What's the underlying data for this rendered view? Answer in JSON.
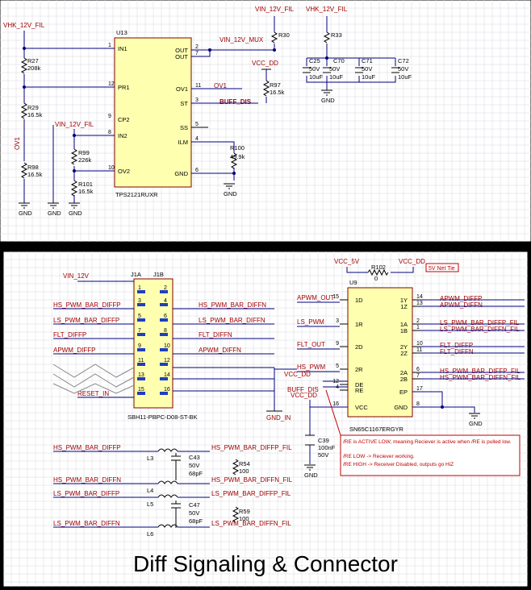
{
  "colors": {
    "wire": "#000080",
    "net": "#a00000",
    "body": "#ffffb0",
    "border": "#800000"
  },
  "top": {
    "nets": {
      "vhk_left": "VHK_12V_FIL",
      "vin_fil_top": "VIN_12V_FIL",
      "vhk_top": "VHK_12V_FIL",
      "vin_mux": "VIN_12V_MUX",
      "vcc_dd": "VCC_DD",
      "ov1": "OV1",
      "buff_dis": "BUFF_DIS",
      "vin_fil_left": "VIN_12V_FIL",
      "ov1_vert": "OV1"
    },
    "u13": {
      "ref": "U13",
      "part": "TPS2121RUXR",
      "left": [
        {
          "n": "1",
          "name": "IN1"
        },
        {
          "n": "12",
          "name": "PR1"
        },
        {
          "n": "9",
          "name": "CP2"
        },
        {
          "n": "8",
          "name": "IN2"
        },
        {
          "n": "10",
          "name": "OV2"
        }
      ],
      "right": [
        {
          "n": "2",
          "name": "OUT"
        },
        {
          "n": "7",
          "name": "OUT"
        },
        {
          "n": "11",
          "name": "OV1"
        },
        {
          "n": "3",
          "name": "ST"
        },
        {
          "n": "5",
          "name": "SS"
        },
        {
          "n": "4",
          "name": "ILM"
        },
        {
          "n": "6",
          "name": "GND"
        }
      ]
    },
    "res": {
      "r27": {
        "ref": "R27",
        "val": "208k"
      },
      "r29": {
        "ref": "R29",
        "val": "16.5k"
      },
      "r98": {
        "ref": "R98",
        "val": "16.5k"
      },
      "r99": {
        "ref": "R99",
        "val": "226k"
      },
      "r101": {
        "ref": "R101",
        "val": "16.5k"
      },
      "r100": {
        "ref": "R100",
        "val": "49.9k"
      },
      "r97": {
        "ref": "R97",
        "val": "16.5k"
      },
      "r30": {
        "ref": "R30"
      },
      "r33": {
        "ref": "R33"
      }
    },
    "caps": [
      {
        "ref": "C25",
        "v": "50V",
        "val": "10uF"
      },
      {
        "ref": "C70",
        "v": "50V",
        "val": "10uF"
      },
      {
        "ref": "C71",
        "v": "50V",
        "val": "10uF"
      },
      {
        "ref": "C72",
        "v": "50V",
        "val": "10uF"
      }
    ],
    "gnd": "GND"
  },
  "bottom": {
    "vin12": "VIN_12V",
    "j1a": "J1A",
    "j1b": "J1B",
    "conn_part": "SBH11-PBPC-D08-ST-BK",
    "left_nets": [
      "HS_PWM_BAR_DIFFP",
      "LS_PWM_BAR_DIFFP",
      "FLT_DIFFP",
      "APWM_DIFFP",
      "RESET_IN"
    ],
    "right_nets": [
      "HS_PWM_BAR_DIFFN",
      "LS_PWM_BAR_DIFFN",
      "FLT_DIFFN",
      "APWM_DIFFN"
    ],
    "pins_left": [
      "1",
      "3",
      "5",
      "7",
      "9",
      "11",
      "13",
      "15"
    ],
    "pins_right": [
      "2",
      "4",
      "6",
      "8",
      "10",
      "12",
      "14",
      "16"
    ],
    "gnd_in": "GND_IN",
    "vcc5": "VCC_5V",
    "vccdd": "VCC_DD",
    "r102": {
      "ref": "R102",
      "val": "0"
    },
    "net_tie": "5V Net Tie",
    "u9": {
      "ref": "U9",
      "part": "SN65C1167ERGYR",
      "left": [
        {
          "n": "15",
          "name": "1D"
        },
        {
          "n": "3",
          "name": "1R"
        },
        {
          "n": "9",
          "name": "2D"
        },
        {
          "n": "5",
          "name": "2R"
        },
        {
          "n": "12",
          "name": "DE"
        },
        {
          "n": "4",
          "name": "RE"
        },
        {
          "n": "16",
          "name": "VCC"
        }
      ],
      "right": [
        {
          "n": "14",
          "name": "1Y"
        },
        {
          "n": "13",
          "name": "1Z"
        },
        {
          "n": "2",
          "name": "1A"
        },
        {
          "n": "1",
          "name": "1B"
        },
        {
          "n": "10",
          "name": "2Y"
        },
        {
          "n": "11",
          "name": "2Z"
        },
        {
          "n": "6",
          "name": "2A"
        },
        {
          "n": "7",
          "name": "2B"
        },
        {
          "n": "17",
          "name": "EP"
        },
        {
          "n": "8",
          "name": "GND"
        }
      ]
    },
    "u9_left_nets": [
      "APWM_OUT",
      "LS_PWM",
      "FLT_OUT",
      "HS_PWM",
      "VCC_DD",
      "BUFF_DIS",
      "VCC_DD"
    ],
    "u9_right_nets": [
      "APWM_DIFFP",
      "APWM_DIFFN",
      "LS_PWM_BAR_DIFFP_FIL",
      "LS_PWM_BAR_DIFFN_FIL",
      "FLT_DIFFP",
      "FLT_DIFFN",
      "HS_PWM_BAR_DIFFP_FIL",
      "HS_PWM_BAR_DIFFN_FIL"
    ],
    "c39": {
      "ref": "C39",
      "val": "100nF",
      "v": "50V"
    },
    "note": [
      "/RE is ACTIVE LOW, meaning Reciever is active when /RE is pulled low.",
      "/RE LOW -> Reciever working.",
      "/RE HIGH -> Receiver Disabled, outputs go HiZ"
    ],
    "filters": [
      {
        "in": "HS_PWM_BAR_DIFFP",
        "out": "HS_PWM_BAR_DIFFP_FIL",
        "l": "L3"
      },
      {
        "in": "HS_PWM_BAR_DIFFN",
        "out": "HS_PWM_BAR_DIFFN_FIL",
        "l": "L4"
      },
      {
        "in": "LS_PWM_BAR_DIFFP",
        "out": "LS_PWM_BAR_DIFFP_FIL",
        "l": "L5"
      },
      {
        "in": "LS_PWM_BAR_DIFFN",
        "out": "LS_PWM_BAR_DIFFN_FIL",
        "l": "L6"
      }
    ],
    "c43": {
      "ref": "C43",
      "v": "50V",
      "val": "68pF"
    },
    "r54": {
      "ref": "R54",
      "val": "100"
    },
    "c47": {
      "ref": "C47",
      "v": "50V",
      "val": "68pF"
    },
    "r59": {
      "ref": "R59",
      "val": "100"
    },
    "title": "Diff Signaling & Connector"
  }
}
